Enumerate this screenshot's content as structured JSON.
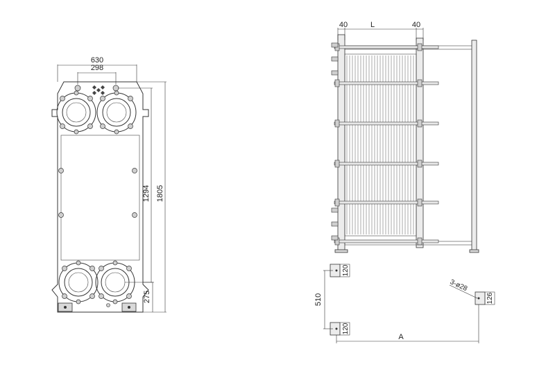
{
  "front_view": {
    "width_label": "630",
    "port_spacing_label": "298",
    "port_center_label": "1294",
    "height_label": "1805",
    "bottom_label": "275"
  },
  "side_view": {
    "left_label": "40",
    "length_label": "L",
    "right_label": "40"
  },
  "foundation": {
    "spacing_label": "510",
    "pad_label_top": "120",
    "pad_label_bottom": "120",
    "pad_label_right": "126",
    "holes_label": "3-ø28",
    "distance_label": "A"
  },
  "colors": {
    "line": "#333333",
    "fill_gray": "#d9d9d9",
    "background": "#ffffff"
  }
}
